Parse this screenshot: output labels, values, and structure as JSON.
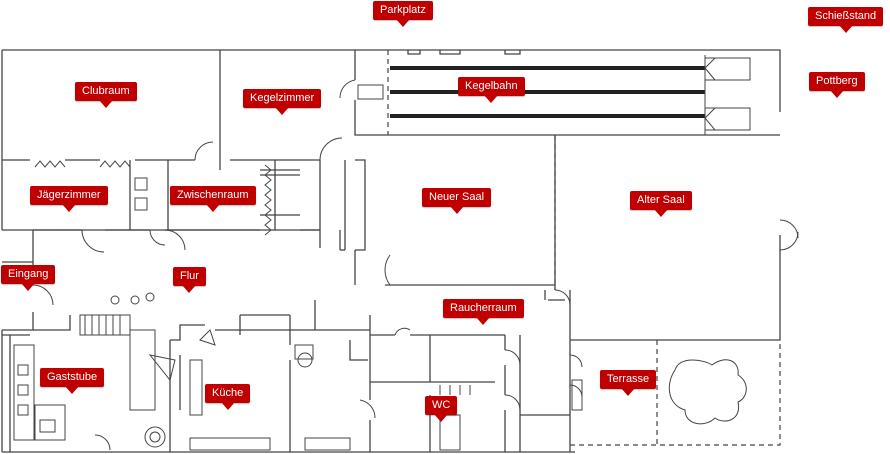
{
  "floorplan": {
    "labels": {
      "parkplatz": "Parkplatz",
      "schiessstand": "Schießstand",
      "pottberg": "Pottberg",
      "clubraum": "Clubraum",
      "kegelzimmer": "Kegelzimmer",
      "kegelbahn": "Kegelbahn",
      "jaegerzimmer": "Jägerzimmer",
      "zwischenraum": "Zwischenraum",
      "neuer_saal": "Neuer Saal",
      "alter_saal": "Alter Saal",
      "eingang": "Eingang",
      "flur": "Flur",
      "raucherraum": "Raucherraum",
      "gaststube": "Gaststube",
      "terrasse": "Terrasse",
      "kueche": "Küche",
      "wc": "WC"
    },
    "colors": {
      "marker": "#c00000",
      "wall": "#444444",
      "background": "#ffffff"
    }
  }
}
